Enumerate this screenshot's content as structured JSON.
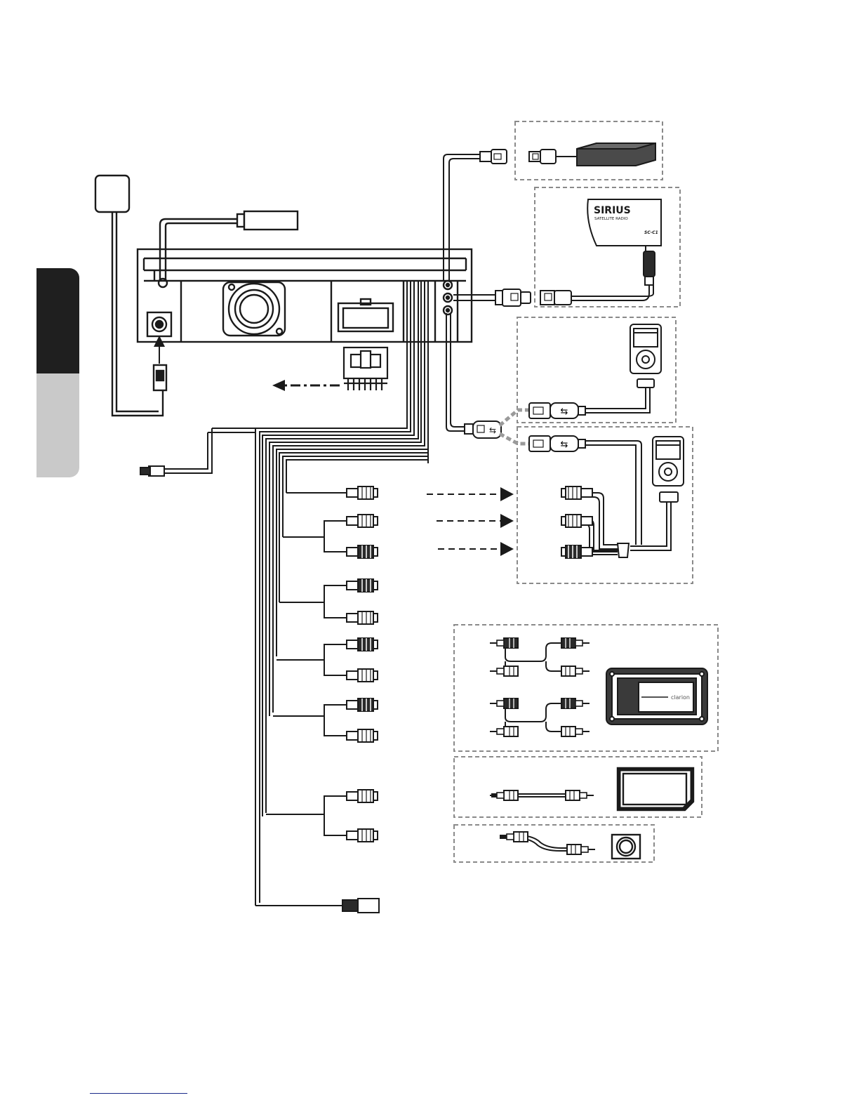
{
  "tabs": {
    "dark": "",
    "light": ""
  },
  "colors": {
    "stroke": "#1a1a1a",
    "dashed": "#8a8a8a",
    "tab_dark": "#1f1f1f",
    "tab_light": "#c9c9c9",
    "box_fill": "#4a4a4a"
  },
  "sirius": {
    "brand": "SIRIUS",
    "sub": "SATELLITE RADIO",
    "model": "SC-C1"
  },
  "amplifier": {
    "brand": "clarion"
  },
  "groups": {
    "a": "sirius-tuner-box",
    "b": "ipod-box",
    "c": "ipod-av-box",
    "d": "amplifier-box",
    "e": "monitor-box",
    "f": "camera-box"
  }
}
